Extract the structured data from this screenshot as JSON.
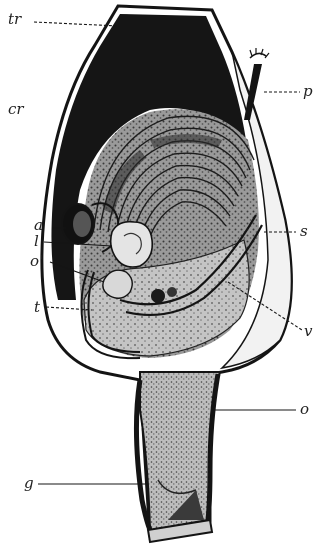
{
  "labels": {
    "tr": "tr",
    "cr": "cr",
    "p": "p",
    "a": "a",
    "l": "l",
    "o_prime": "o'",
    "t": "t",
    "s": "s",
    "v": "v",
    "o": "o",
    "g": "g"
  },
  "colors": {
    "ink": "#141414",
    "shade": "#3a3a3a",
    "tissue": "#8a8a8a",
    "paper": "#ffffff"
  }
}
